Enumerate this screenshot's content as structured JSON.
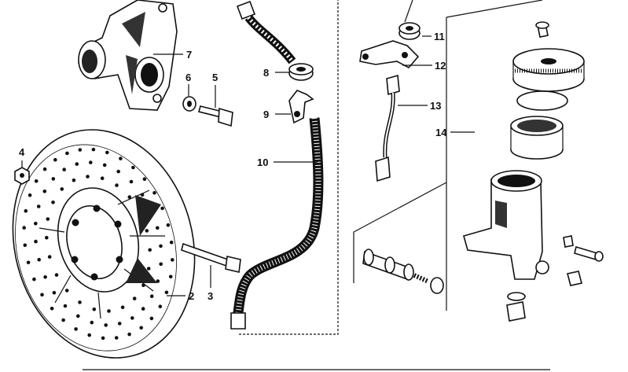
{
  "diagram": {
    "colors": {
      "ink": "#111111",
      "paper": "#ffffff"
    },
    "callouts": {
      "part_2": "2",
      "part_3": "3",
      "part_4": "4",
      "part_5": "5",
      "part_6": "6",
      "part_7": "7",
      "part_8": "8",
      "part_9": "9",
      "part_10": "10",
      "part_11": "11",
      "part_12": "12",
      "part_13": "13",
      "part_14": "14"
    }
  }
}
